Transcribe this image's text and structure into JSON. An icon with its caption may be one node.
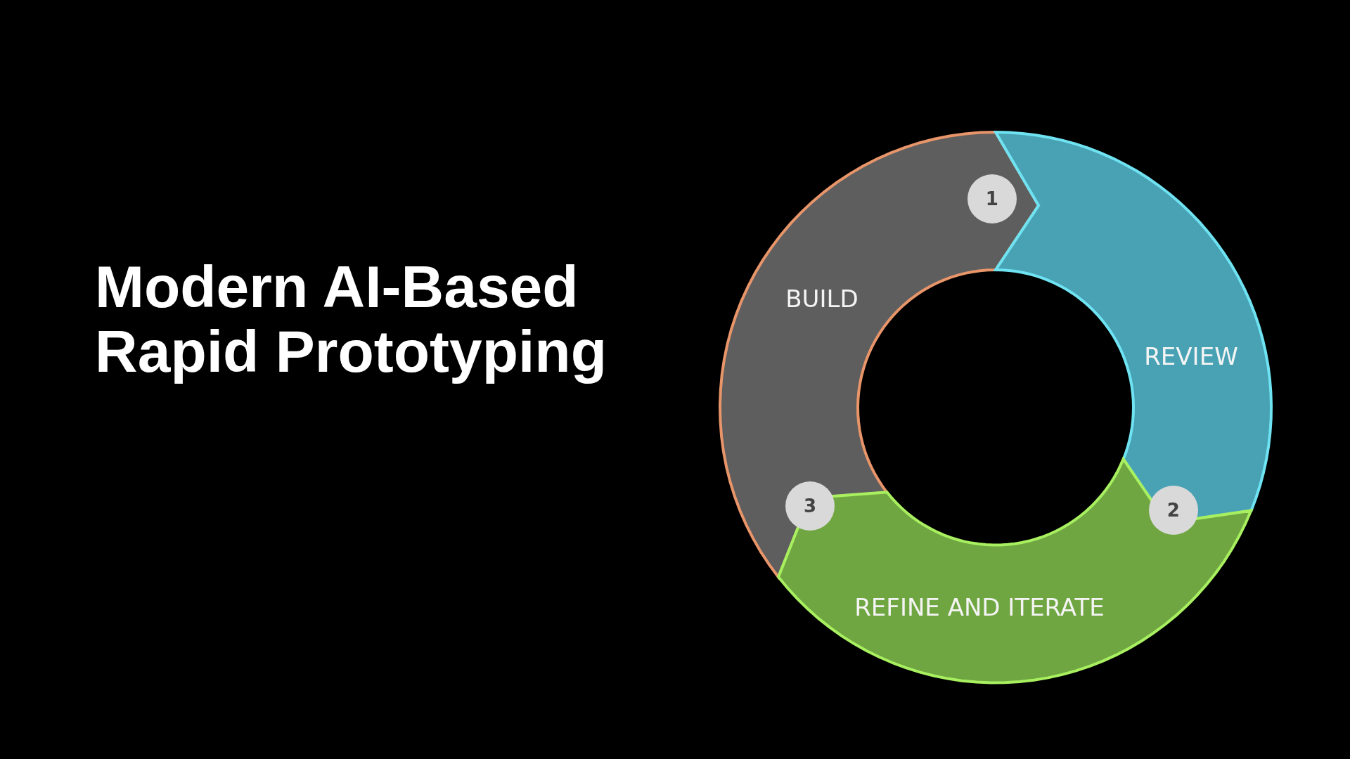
{
  "diagram": {
    "title": "Modern AI-Based Rapid Prototyping",
    "nodes": [
      {
        "text": [
          "BUILD"
        ]
      },
      {
        "text": [
          "1"
        ],
        "in": 0
      },
      {
        "text": [
          "REVIEW"
        ]
      },
      {
        "text": [
          "2"
        ],
        "in": 2
      },
      {
        "text": [
          "REFINE AND ITERATE"
        ]
      },
      {
        "text": [
          "3"
        ],
        "in": 4
      }
    ]
  }
}
